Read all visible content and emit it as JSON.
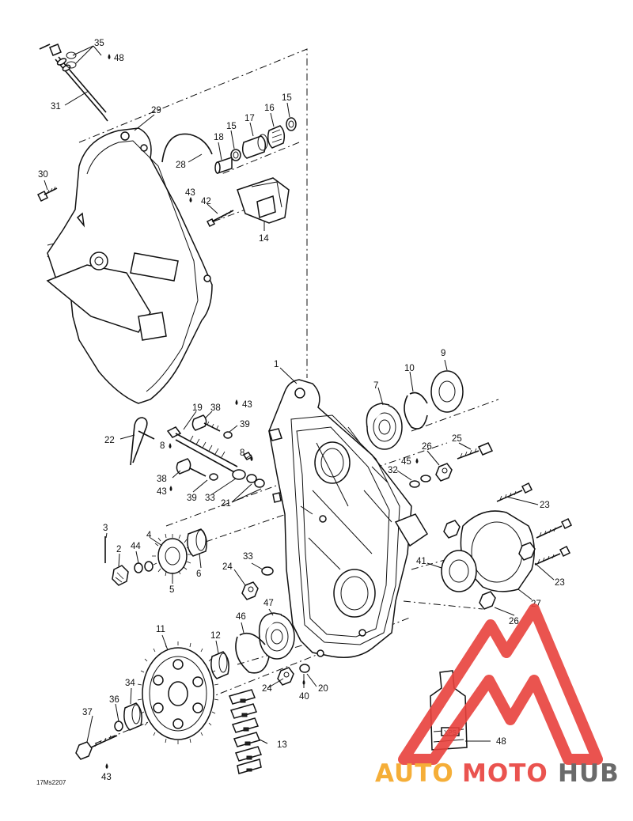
{
  "diagram": {
    "code": "17Ms2207",
    "callouts": [
      {
        "id": "c35",
        "text": "35"
      },
      {
        "id": "c48a",
        "text": "48"
      },
      {
        "id": "c31",
        "text": "31"
      },
      {
        "id": "c29",
        "text": "29"
      },
      {
        "id": "c30",
        "text": "30"
      },
      {
        "id": "c28",
        "text": "28"
      },
      {
        "id": "c18",
        "text": "18"
      },
      {
        "id": "c15a",
        "text": "15"
      },
      {
        "id": "c17",
        "text": "17"
      },
      {
        "id": "c16",
        "text": "16"
      },
      {
        "id": "c15b",
        "text": "15"
      },
      {
        "id": "c43a",
        "text": "43"
      },
      {
        "id": "c42",
        "text": "42"
      },
      {
        "id": "c14",
        "text": "14"
      },
      {
        "id": "c1",
        "text": "1"
      },
      {
        "id": "c9",
        "text": "9"
      },
      {
        "id": "c10",
        "text": "10"
      },
      {
        "id": "c7",
        "text": "7"
      },
      {
        "id": "c19",
        "text": "19"
      },
      {
        "id": "c38a",
        "text": "38"
      },
      {
        "id": "c43b",
        "text": "43"
      },
      {
        "id": "c39a",
        "text": "39"
      },
      {
        "id": "c22",
        "text": "22"
      },
      {
        "id": "c8a",
        "text": "8"
      },
      {
        "id": "c8b",
        "text": "8"
      },
      {
        "id": "c26a",
        "text": "26"
      },
      {
        "id": "c25",
        "text": "25"
      },
      {
        "id": "c45",
        "text": "45"
      },
      {
        "id": "c32",
        "text": "32"
      },
      {
        "id": "c38b",
        "text": "38"
      },
      {
        "id": "c43c",
        "text": "43"
      },
      {
        "id": "c39b",
        "text": "39"
      },
      {
        "id": "c33a",
        "text": "33"
      },
      {
        "id": "c21",
        "text": "21"
      },
      {
        "id": "c23a",
        "text": "23"
      },
      {
        "id": "c3",
        "text": "3"
      },
      {
        "id": "c4",
        "text": "4"
      },
      {
        "id": "c2",
        "text": "2"
      },
      {
        "id": "c44",
        "text": "44"
      },
      {
        "id": "c6",
        "text": "6"
      },
      {
        "id": "c5",
        "text": "5"
      },
      {
        "id": "c24a",
        "text": "24"
      },
      {
        "id": "c33b",
        "text": "33"
      },
      {
        "id": "c41",
        "text": "41"
      },
      {
        "id": "c23b",
        "text": "23"
      },
      {
        "id": "c27",
        "text": "27"
      },
      {
        "id": "c26b",
        "text": "26"
      },
      {
        "id": "c47",
        "text": "47"
      },
      {
        "id": "c46",
        "text": "46"
      },
      {
        "id": "c11",
        "text": "11"
      },
      {
        "id": "c12",
        "text": "12"
      },
      {
        "id": "c34",
        "text": "34"
      },
      {
        "id": "c36",
        "text": "36"
      },
      {
        "id": "c37",
        "text": "37"
      },
      {
        "id": "c24b",
        "text": "24"
      },
      {
        "id": "c40",
        "text": "40"
      },
      {
        "id": "c20",
        "text": "20"
      },
      {
        "id": "c13",
        "text": "13"
      },
      {
        "id": "c43d",
        "text": "43"
      },
      {
        "id": "c48b",
        "text": "48"
      }
    ]
  },
  "watermark": {
    "auto": "AUTO",
    "moto": "MOTO",
    "hub": "HUB",
    "colors": {
      "auto": "#f5a623",
      "moto": "#e8413c",
      "hub": "#5a5a5a",
      "triangle": "#e8413c"
    }
  }
}
